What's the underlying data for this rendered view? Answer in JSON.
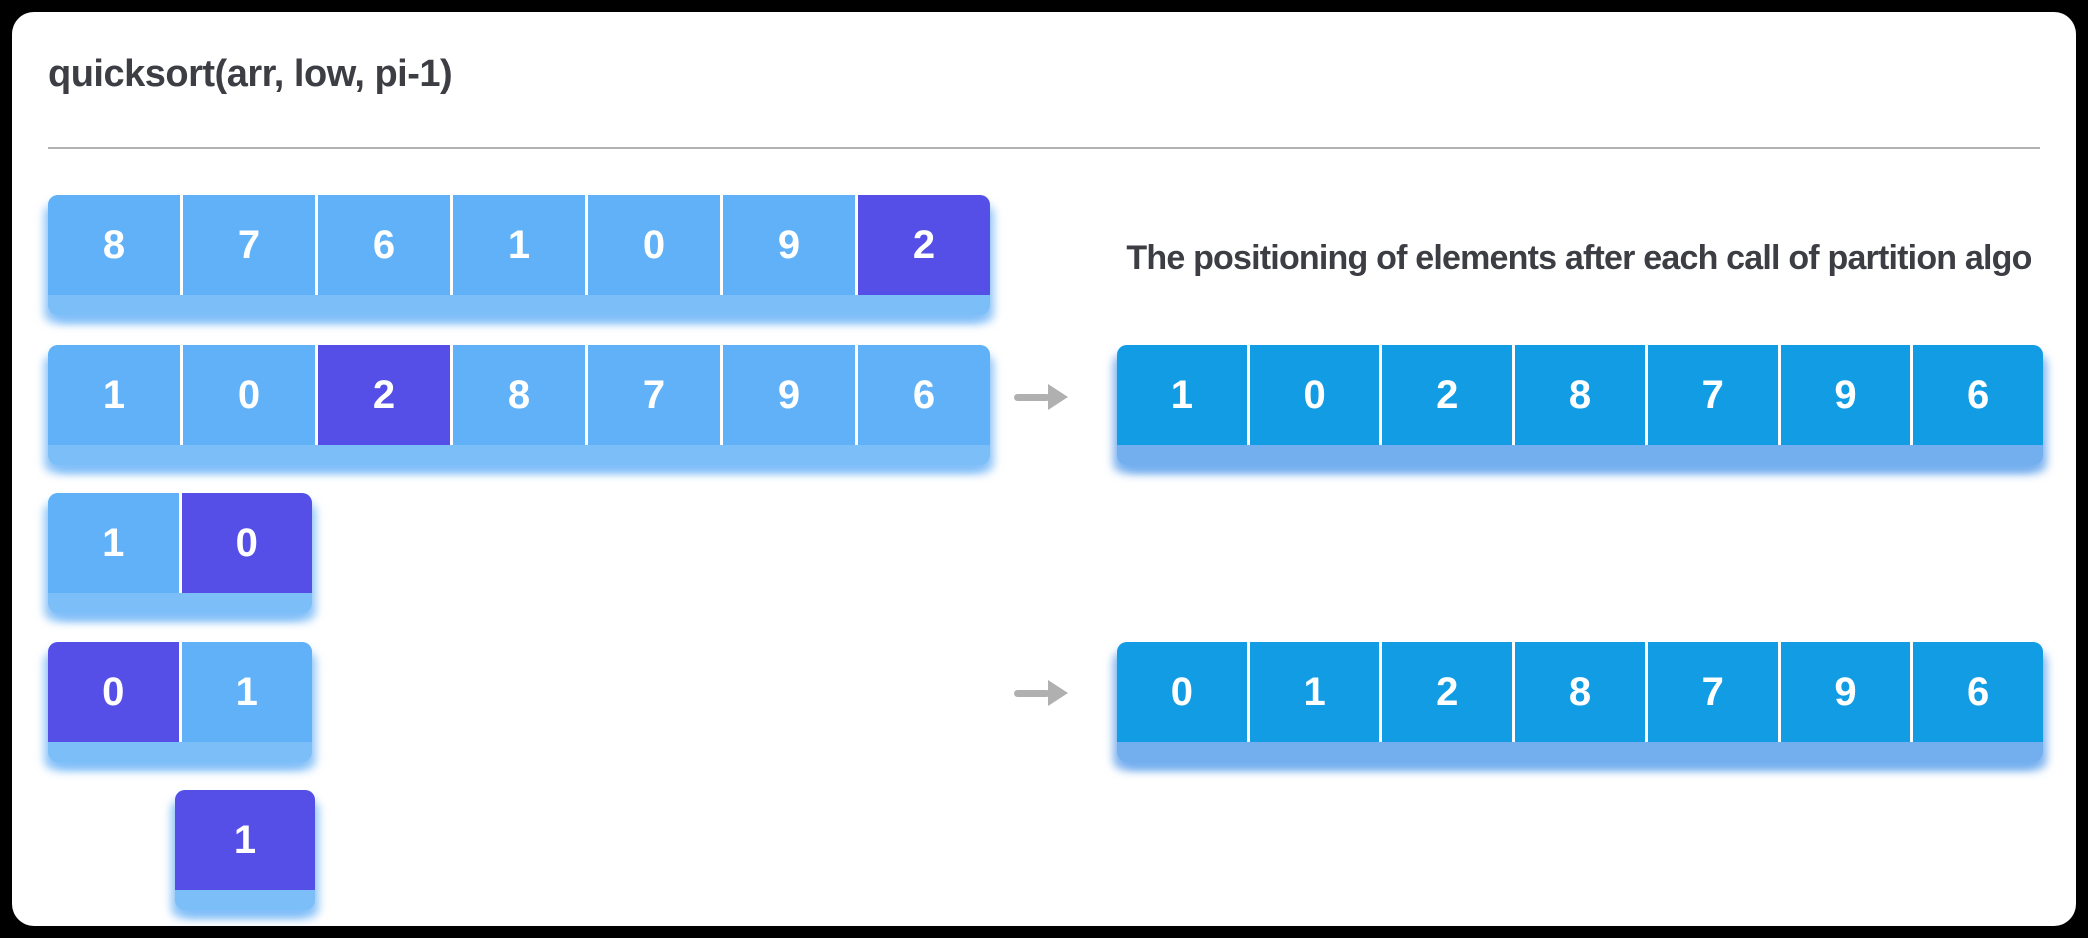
{
  "title": "quicksort(arr, low, pi-1)",
  "result_heading": "The positioning of elements after each call of partition algo",
  "colors": {
    "card_bg": "#ffffff",
    "page_bg": "#000000",
    "text_dark": "#3c3e44",
    "divider": "#b2b2b2",
    "arrow": "#b0b0b0",
    "cell_sky": "#60b1f8",
    "cell_cyan": "#129ce4",
    "cell_indigo": "#554fe8",
    "strip_sky": "#7cbef7",
    "strip_cyan": "#73aeee",
    "cell_text": "#ffffff"
  },
  "icons": {
    "right_arrow": "→"
  },
  "arrays": {
    "left1": {
      "values": [
        "8",
        "7",
        "6",
        "1",
        "0",
        "9",
        "2"
      ],
      "pivot_index": 6,
      "style": "sky"
    },
    "left2": {
      "values": [
        "1",
        "0",
        "2",
        "8",
        "7",
        "9",
        "6"
      ],
      "pivot_index": 2,
      "style": "sky"
    },
    "left3": {
      "values": [
        "1",
        "0"
      ],
      "pivot_index": 1,
      "style": "sky"
    },
    "left4": {
      "values": [
        "0",
        "1"
      ],
      "pivot_index": 0,
      "style": "sky"
    },
    "left5": {
      "values": [
        "1"
      ],
      "pivot_index": 0,
      "style": "sky"
    },
    "right1": {
      "values": [
        "1",
        "0",
        "2",
        "8",
        "7",
        "9",
        "6"
      ],
      "pivot_index": null,
      "style": "cyan"
    },
    "right2": {
      "values": [
        "0",
        "1",
        "2",
        "8",
        "7",
        "9",
        "6"
      ],
      "pivot_index": null,
      "style": "cyan"
    }
  }
}
